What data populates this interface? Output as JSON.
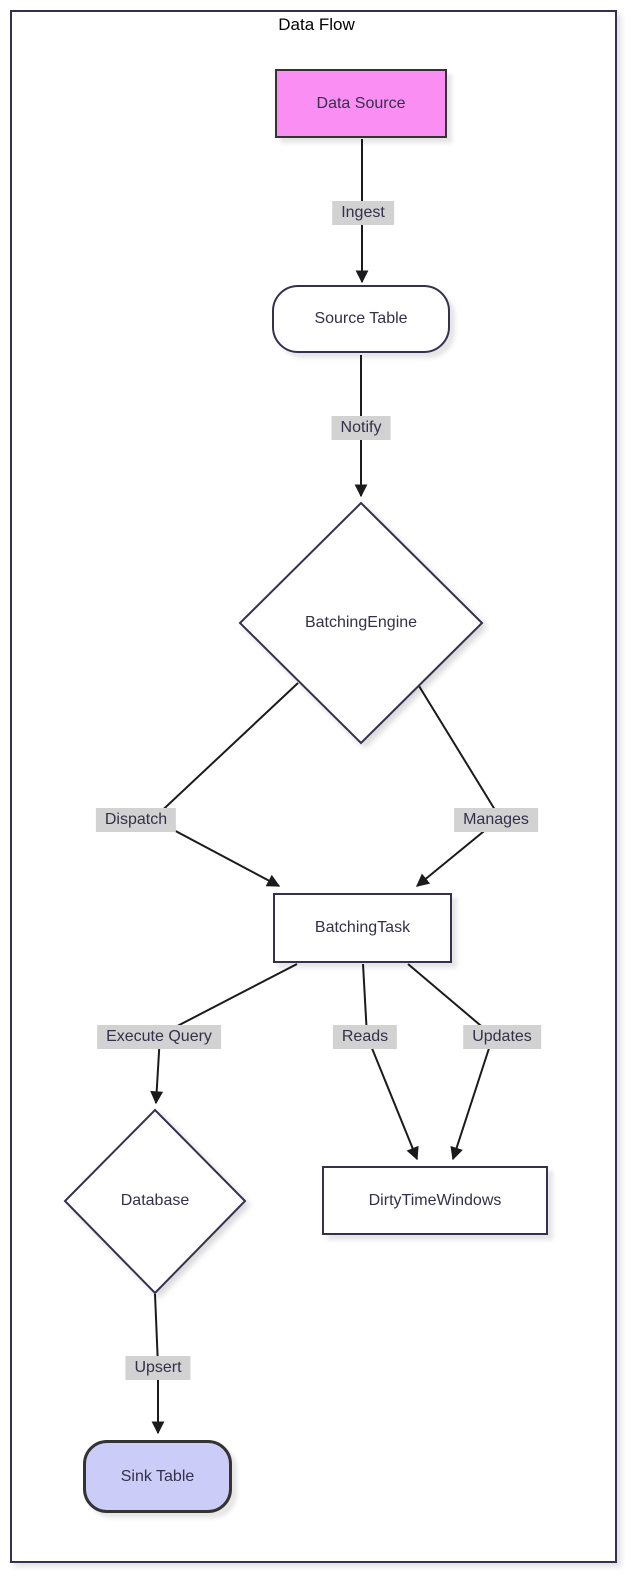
{
  "diagram": {
    "title": "Data Flow",
    "type": "flowchart",
    "nodes": {
      "data_source": {
        "label": "Data Source",
        "shape": "rectangle",
        "fill": "#fb8ef2",
        "stroke": "#333333"
      },
      "source_table": {
        "label": "Source Table",
        "shape": "stadium",
        "fill": "#ffffff",
        "stroke": "#343050"
      },
      "batching_engine": {
        "label": "BatchingEngine",
        "shape": "diamond",
        "fill": "#ffffff",
        "stroke": "#343050"
      },
      "batching_task": {
        "label": "BatchingTask",
        "shape": "rectangle",
        "fill": "#ffffff",
        "stroke": "#343050"
      },
      "database": {
        "label": "Database",
        "shape": "diamond",
        "fill": "#ffffff",
        "stroke": "#343050"
      },
      "dirty_time_windows": {
        "label": "DirtyTimeWindows",
        "shape": "rectangle",
        "fill": "#ffffff",
        "stroke": "#343050"
      },
      "sink_table": {
        "label": "Sink Table",
        "shape": "stadium",
        "fill": "#ccccf8",
        "stroke": "#333333"
      }
    },
    "edges": [
      {
        "from": "data_source",
        "to": "source_table",
        "label": "Ingest"
      },
      {
        "from": "source_table",
        "to": "batching_engine",
        "label": "Notify"
      },
      {
        "from": "batching_engine",
        "to": "batching_task",
        "label": "Dispatch"
      },
      {
        "from": "batching_engine",
        "to": "batching_task",
        "label": "Manages"
      },
      {
        "from": "batching_task",
        "to": "database",
        "label": "Execute Query"
      },
      {
        "from": "batching_task",
        "to": "dirty_time_windows",
        "label": "Reads"
      },
      {
        "from": "batching_task",
        "to": "dirty_time_windows",
        "label": "Updates"
      },
      {
        "from": "database",
        "to": "sink_table",
        "label": "Upsert"
      }
    ],
    "colors": {
      "background": "#ffffff",
      "cluster_border": "#343050",
      "node_stroke": "#343050",
      "styled_node_stroke": "#333333",
      "pink_fill": "#fb8ef2",
      "lavender_fill": "#ccccf8",
      "edge_label_bg": "#d2d2d2",
      "edge_line": "#1b1b1b",
      "text": "#333049"
    }
  }
}
